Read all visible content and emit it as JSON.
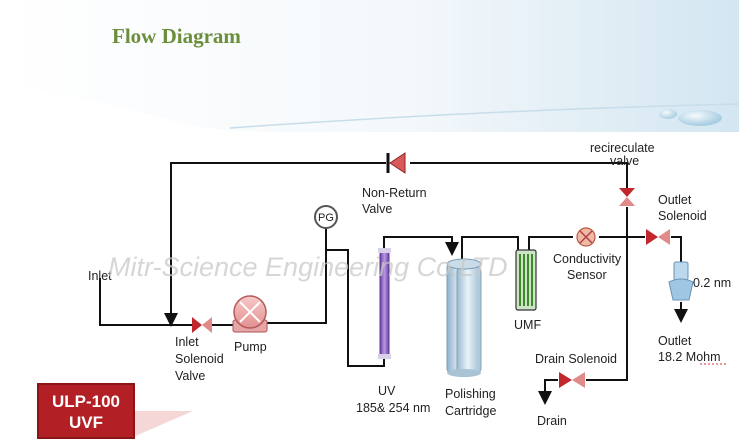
{
  "title": "Flow Diagram",
  "watermark": "Mitr-Science Engineering Co.LTD",
  "labels": {
    "recirculate_valve_1": "recireculate",
    "recirculate_valve_2": "valve",
    "non_return_1": "Non-Return",
    "non_return_2": "Valve",
    "outlet_solenoid_1": "Outlet",
    "outlet_solenoid_2": "Solenoid",
    "pg": "PG",
    "inlet": "Inlet",
    "inlet_solenoid_1": "Inlet",
    "inlet_solenoid_2": "Solenoid",
    "inlet_solenoid_3": "Valve",
    "pump": "Pump",
    "conductivity_1": "Conductivity",
    "conductivity_2": "Sensor",
    "filter": "0.2 nm",
    "umf": "UMF",
    "outlet_1": "Outlet",
    "outlet_2": "18.2 Mohm",
    "drain_solenoid": "Drain Solenoid",
    "uv_1": "UV",
    "uv_2": "185& 254 nm",
    "polishing_1": "Polishing",
    "polishing_2": "Cartridge",
    "drain": "Drain"
  },
  "badge": {
    "line1": "ULP-100",
    "line2": "UVF"
  },
  "colors": {
    "title": "#6b8e3a",
    "valve": "#c0282e",
    "uv": "#8a5cc0",
    "badge": "#b21f24",
    "umf": "#3c8a2c"
  }
}
